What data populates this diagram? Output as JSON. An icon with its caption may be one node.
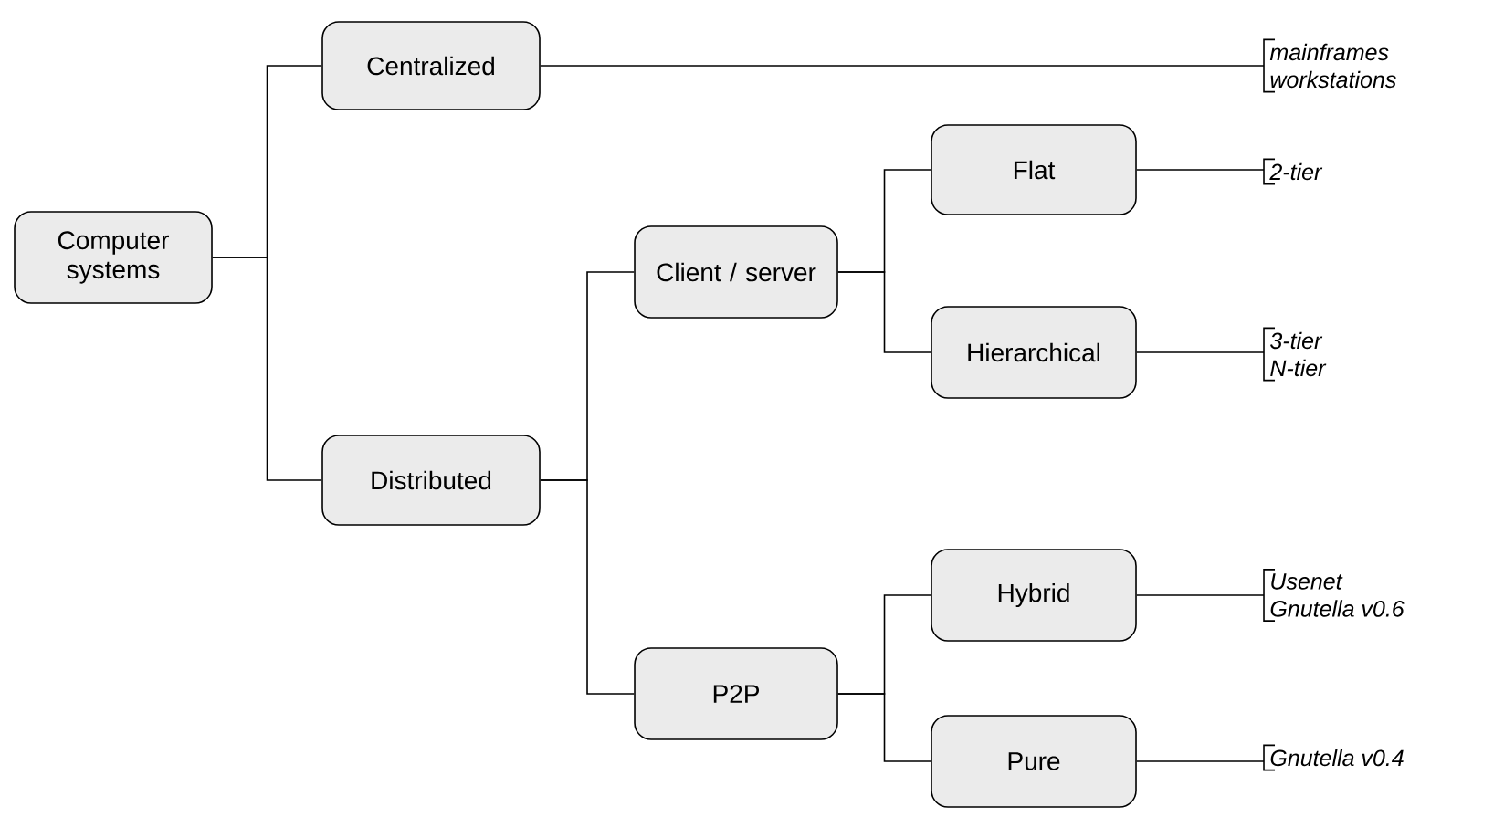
{
  "diagram": {
    "nodes": [
      {
        "text": [
          "Computer systems"
        ]
      },
      {
        "text": [
          "Centralized"
        ]
      },
      {
        "text": [
          "Distributed"
        ]
      },
      {
        "text": [
          "Client / server"
        ]
      },
      {
        "text": [
          "P2P"
        ]
      },
      {
        "text": [
          "Flat"
        ]
      },
      {
        "text": [
          "Hierarchical"
        ]
      },
      {
        "text": [
          "Hybrid"
        ]
      },
      {
        "text": [
          "Pure"
        ]
      },
      {
        "text": [
          "mainframes",
          "workstations"
        ]
      },
      {
        "text": [
          "2-tier"
        ]
      },
      {
        "text": [
          "3-tier",
          "N-tier"
        ]
      },
      {
        "text": [
          "Usenet",
          "Gnutella v0.6"
        ]
      },
      {
        "text": [
          "Gnutella v0.4"
        ]
      }
    ],
    "edges": [
      {
        "from": 0,
        "to": 1,
        "arrow": "none"
      },
      {
        "from": 0,
        "to": 2,
        "arrow": "none"
      },
      {
        "from": 1,
        "to": 9,
        "arrow": "none"
      },
      {
        "from": 2,
        "to": 3,
        "arrow": "none"
      },
      {
        "from": 2,
        "to": 4,
        "arrow": "none"
      },
      {
        "from": 3,
        "to": 5,
        "arrow": "none"
      },
      {
        "from": 3,
        "to": 6,
        "arrow": "none"
      },
      {
        "from": 5,
        "to": 10,
        "arrow": "none"
      },
      {
        "from": 6,
        "to": 11,
        "arrow": "none"
      },
      {
        "from": 4,
        "to": 7,
        "arrow": "none"
      },
      {
        "from": 4,
        "to": 8,
        "arrow": "none"
      },
      {
        "from": 7,
        "to": 12,
        "arrow": "none"
      },
      {
        "from": 8,
        "to": 13,
        "arrow": "none"
      }
    ]
  }
}
